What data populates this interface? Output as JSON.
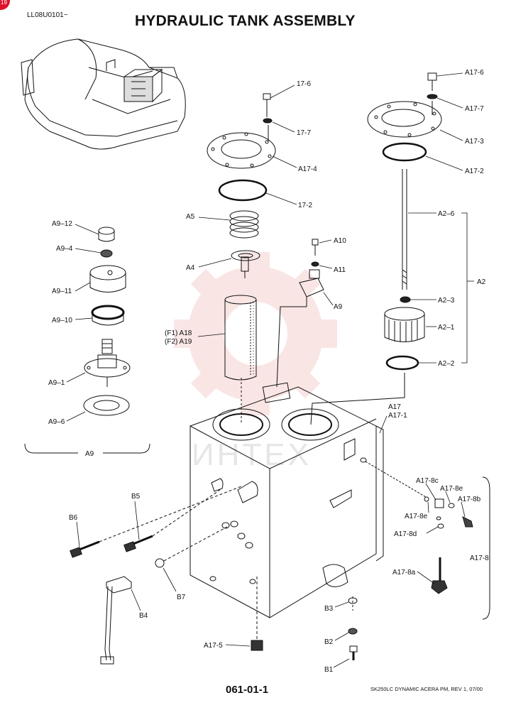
{
  "header": {
    "doc_code": "LL08U0101~",
    "title": "HYDRAULIC TANK ASSEMBLY",
    "corner_badge": "19"
  },
  "footer": {
    "page_number": "061-01-1",
    "model_note": "SK250LC DYNAMIC ACERA PM, REV 1, 07/00"
  },
  "watermark": {
    "text": "ИНТЕХ",
    "color": "#f2b6b6"
  },
  "callouts": {
    "l_17_6": "17-6",
    "l_17_7": "17-7",
    "l_a17_4": "A17-4",
    "l_17_2": "17-2",
    "l_a5": "A5",
    "l_a4": "A4",
    "l_a10": "A10",
    "l_a11": "A11",
    "l_a9": "A9",
    "l_f1a18": "(F1) A18",
    "l_f2a19": "(F2) A19",
    "l_a17_6": "A17-6",
    "l_a17_7": "A17-7",
    "l_a17_3": "A17-3",
    "l_a17_2": "A17-2",
    "l_a2_6": "A2–6",
    "l_a2": "A2",
    "l_a2_3": "A2–3",
    "l_a2_1": "A2–1",
    "l_a2_2": "A2–2",
    "l_a9_12": "A9–12",
    "l_a9_4": "A9–4",
    "l_a9_11": "A9–11",
    "l_a9_10": "A9–10",
    "l_a9_1": "A9–1",
    "l_a9_6": "A9–6",
    "l_a9_group": "A9",
    "l_a17": "A17",
    "l_a17_1": "A17-1",
    "l_a17_8c": "A17-8c",
    "l_a17_8e_top": "A17-8e",
    "l_a17_8e_left": "A17-8e",
    "l_a17_8b": "A17-8b",
    "l_a17_8d": "A17-8d",
    "l_a17_8": "A17-8",
    "l_a17_8a": "A17-8a",
    "l_b5": "B5",
    "l_b6": "B6",
    "l_b7": "B7",
    "l_b4": "B4",
    "l_b3": "B3",
    "l_b2": "B2",
    "l_b1": "B1",
    "l_a17_5": "A17-5"
  }
}
